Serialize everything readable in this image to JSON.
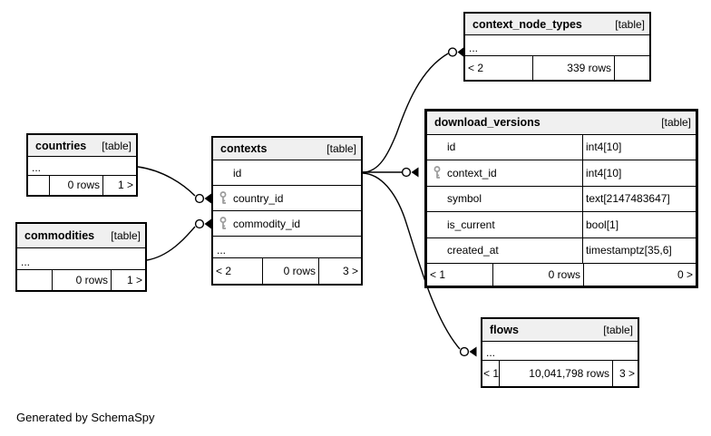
{
  "note": "Generated by SchemaSpy",
  "colors": {
    "header_bg": "#f0f0f0",
    "border": "#000000",
    "key_icon": "#9a9a9a",
    "background": "#ffffff"
  },
  "tables": {
    "countries": {
      "name": "countries",
      "badge": "[table]",
      "ellipsis": "...",
      "footer": {
        "left": "",
        "center": "0 rows",
        "right": "1 >"
      }
    },
    "commodities": {
      "name": "commodities",
      "badge": "[table]",
      "ellipsis": "...",
      "footer": {
        "left": "",
        "center": "0 rows",
        "right": "1 >"
      }
    },
    "contexts": {
      "name": "contexts",
      "badge": "[table]",
      "columns": [
        {
          "name": "id",
          "fk": false
        },
        {
          "name": "country_id",
          "fk": true
        },
        {
          "name": "commodity_id",
          "fk": true
        }
      ],
      "ellipsis": "...",
      "footer": {
        "left": "< 2",
        "center": "0 rows",
        "right": "3 >"
      }
    },
    "context_node_types": {
      "name": "context_node_types",
      "badge": "[table]",
      "ellipsis": "...",
      "footer": {
        "left": "< 2",
        "center": "339 rows",
        "right": ""
      }
    },
    "download_versions": {
      "name": "download_versions",
      "badge": "[table]",
      "columns": [
        {
          "name": "id",
          "type": "int4[10]",
          "fk": false
        },
        {
          "name": "context_id",
          "type": "int4[10]",
          "fk": true
        },
        {
          "name": "symbol",
          "type": "text[2147483647]",
          "fk": false
        },
        {
          "name": "is_current",
          "type": "bool[1]",
          "fk": false
        },
        {
          "name": "created_at",
          "type": "timestamptz[35,6]",
          "fk": false
        }
      ],
      "footer": {
        "left": "< 1",
        "center": "0 rows",
        "right": "0 >"
      }
    },
    "flows": {
      "name": "flows",
      "badge": "[table]",
      "ellipsis": "...",
      "footer": {
        "left": "< 1",
        "center": "10,041,798 rows",
        "right": "3 >"
      }
    }
  },
  "relationships": [
    {
      "parent": "countries",
      "child_column": "contexts.country_id"
    },
    {
      "parent": "commodities",
      "child_column": "contexts.commodity_id"
    },
    {
      "parent": "contexts.id",
      "child": "context_node_types"
    },
    {
      "parent": "contexts.id",
      "child_column": "download_versions.context_id"
    },
    {
      "parent": "contexts.id",
      "child": "flows"
    }
  ]
}
